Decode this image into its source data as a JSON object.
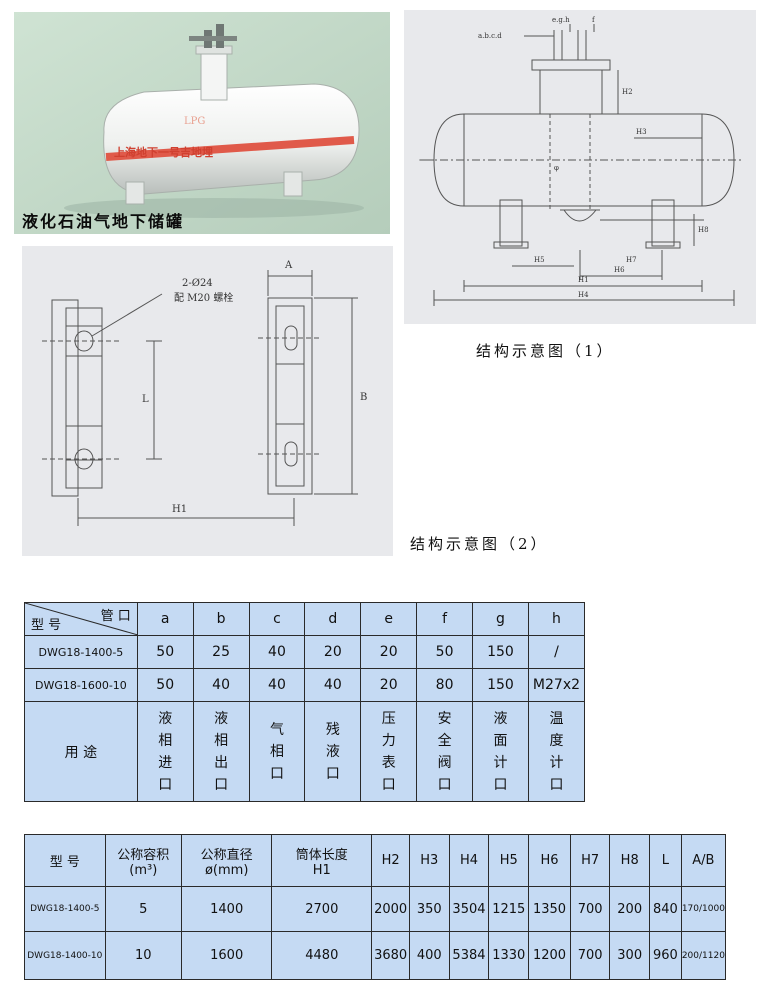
{
  "photo": {
    "caption": "液化石油气地下储罐",
    "tank_text": "上海地下一号吉地埋",
    "tank_logo": "LPG"
  },
  "drawing1": {
    "caption": "结构示意图（1）",
    "labels": {
      "abcd": "a.b.c.d",
      "egh": "e.g.h",
      "f": "f",
      "H1": "H1",
      "H2": "H2",
      "H3": "H3",
      "H4": "H4",
      "H5": "H5",
      "H6": "H6",
      "H7": "H7",
      "H8": "H8",
      "phi": "φ"
    }
  },
  "drawing2": {
    "caption": "结构示意图（2）",
    "hole_note_1": "2-Ø24",
    "hole_note_2": "配 M20 螺栓",
    "label_A": "A",
    "label_B": "B",
    "label_L": "L",
    "label_H1": "H1"
  },
  "table1": {
    "header_top": "管 口",
    "header_bottom": "型 号",
    "columns": [
      "a",
      "b",
      "c",
      "d",
      "e",
      "f",
      "g",
      "h"
    ],
    "rows": [
      {
        "model": "DWG18-1400-5",
        "values": [
          "50",
          "25",
          "40",
          "20",
          "20",
          "50",
          "150",
          "/"
        ]
      },
      {
        "model": "DWG18-1600-10",
        "values": [
          "50",
          "40",
          "40",
          "40",
          "20",
          "80",
          "150",
          "M27x2"
        ]
      }
    ],
    "use_label": "用 途",
    "uses": [
      "液相进口",
      "液相出口",
      "气相口",
      "残液口",
      "压力表口",
      "安全阀口",
      "液面计口",
      "温度计口"
    ]
  },
  "table2": {
    "headers": {
      "model": "型 号",
      "volume": "公称容积",
      "volume_unit": "(m³)",
      "diameter": "公称直径",
      "diameter_unit": "ø(mm)",
      "length": "筒体长度",
      "length_sub": "H1",
      "cols": [
        "H2",
        "H3",
        "H4",
        "H5",
        "H6",
        "H7",
        "H8",
        "L",
        "A/B"
      ]
    },
    "rows": [
      {
        "model": "DWG18-1400-5",
        "volume": "5",
        "diameter": "1400",
        "length": "2700",
        "values": [
          "2000",
          "350",
          "3504",
          "1215",
          "1350",
          "700",
          "200",
          "840",
          "170/1000"
        ]
      },
      {
        "model": "DWG18-1400-10",
        "volume": "10",
        "diameter": "1600",
        "length": "4480",
        "values": [
          "3680",
          "400",
          "5384",
          "1330",
          "1200",
          "700",
          "300",
          "960",
          "200/1120"
        ]
      }
    ]
  }
}
